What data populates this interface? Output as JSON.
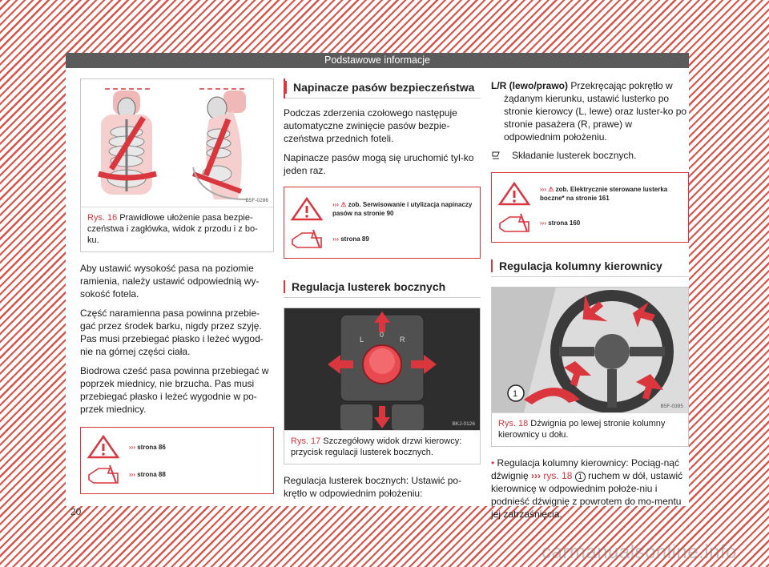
{
  "header": {
    "title": "Podstawowe informacje"
  },
  "page_number": "20",
  "watermark": "carmanualsonline.info",
  "col1": {
    "figure": {
      "code": "B5F-0286",
      "num": "Rys. 16",
      "caption": "Prawidłowe ułożenie pasa bezpie-czeństwa i zagłówka, widok z przodu i z bo-ku."
    },
    "paragraphs": [
      "Aby ustawić wysokość pasa na poziomie ramienia, należy ustawić odpowiednią wy-sokość fotela.",
      "Część naramienna pasa powinna przebie-gać przez środek barku, nigdy przez szyję. Pas musi przebiegać płasko i leżeć wygod-nie na górnej części ciała.",
      "Biodrowa cześć pasa powinna przebiegać w poprzek miednicy, nie brzucha. Pas musi przebiegać płasko i leżeć wygodnie w po-przek miednicy."
    ],
    "warn": {
      "arrows": "›››",
      "warning_text": "strona 86",
      "manual_text": "strona 88"
    }
  },
  "col2": {
    "section1": {
      "title": "Napinacze pasów bezpieczeństwa"
    },
    "paragraphs": [
      "Podczas zderzenia czołowego następuje automatyczne zwinięcie pasów bezpie-czeństwa przednich foteli.",
      "Napinacze pasów mogą się uruchomić tyl-ko jeden raz."
    ],
    "warn": {
      "arrows": "›››",
      "warning_text": "zob. Serwisowanie i utylizacja napinaczy pasów na stronie 90",
      "manual_text": "strona 89"
    },
    "section2": {
      "title": "Regulacja lusterek bocznych"
    },
    "figure": {
      "code": "BKJ-0126",
      "num": "Rys. 17",
      "caption": "Szczegółowy widok drzwi kierowcy: przycisk regulacji lusterek bocznych.",
      "knob_labels": {
        "l": "L",
        "zero": "0",
        "r": "R"
      }
    },
    "paragraph_after": "Regulacja lusterek bocznych: Ustawić po-krętło w odpowiednim położeniu:"
  },
  "col3": {
    "lr": {
      "label": "L/R (lewo/prawo)",
      "text": "Przekręcając pokrętło w żądanym kierunku, ustawić lusterko po stronie kierowcy (L, lewe) oraz luster-ko po stronie pasażera (R, prawe) w odpowiednim położeniu."
    },
    "fold": {
      "text": "Składanie lusterek bocznych."
    },
    "warn": {
      "arrows": "›››",
      "warning_text": "zob. Elektrycznie sterowane lusterka boczne* na stronie 161",
      "manual_text": "strona 160"
    },
    "section": {
      "title": "Regulacja kolumny kierownicy"
    },
    "figure": {
      "code": "B5F-0395",
      "num": "Rys. 18",
      "caption": "Dźwignia po lewej stronie kolumny kierownicy u dołu.",
      "callout": "1"
    },
    "step": {
      "bullet": "•",
      "text1": "Regulacja kolumny kierownicy: Pociąg-nąć dźwignię",
      "ref_arrows": "›››",
      "ref": "rys. 18",
      "num": "1",
      "text2": "ruchem w dół, ustawić kierownicę w odpowiednim położe-niu i podnieść dźwignię z powrotem do mo-mentu jej zatrzaśnięcia."
    }
  },
  "colors": {
    "accent": "#d9363e",
    "header_bg": "#5b5b5b"
  }
}
